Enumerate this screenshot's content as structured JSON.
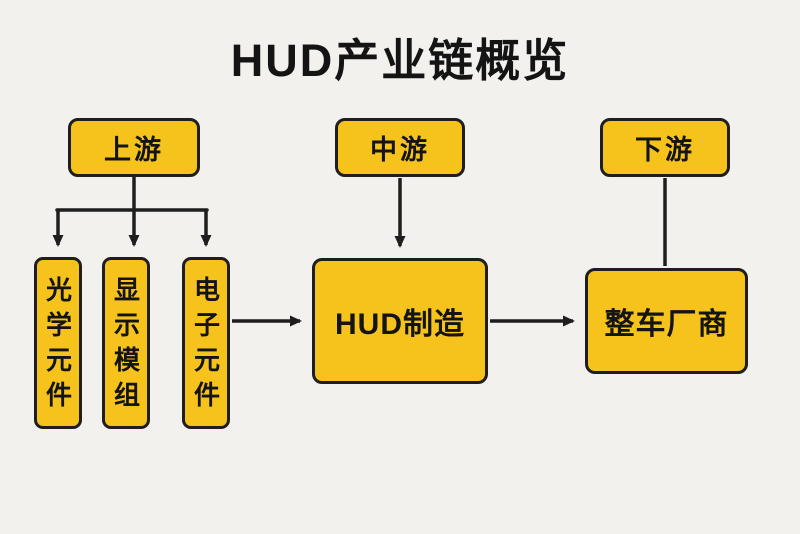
{
  "title": "HUD产业链概览",
  "nodes": {
    "upstream": "上游",
    "midstream": "中游",
    "downstream": "下游",
    "optical": "光学元件",
    "display_module": "显示模组",
    "electronic": "电子元件",
    "hud_manufacturing": "HUD制造",
    "oem": "整车厂商"
  },
  "colors": {
    "background": "#F2F1EE",
    "node_fill": "#F5C31B",
    "node_border": "#1E1E1E",
    "arrow": "#1E1E1E",
    "title_color": "#141414"
  }
}
